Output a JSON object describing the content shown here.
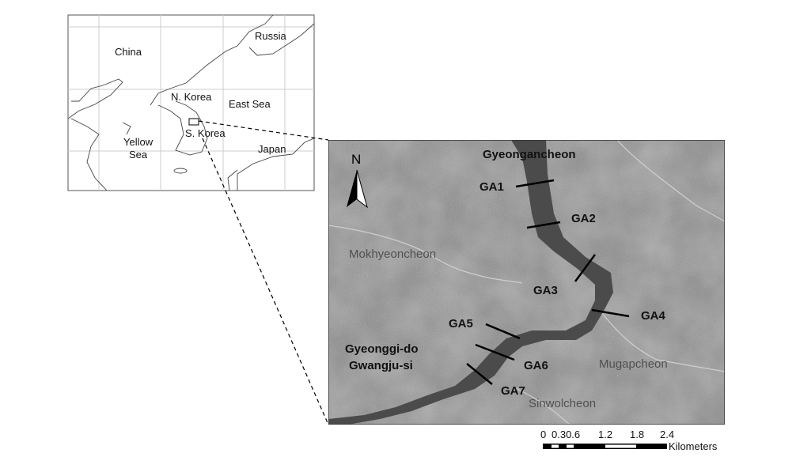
{
  "inset_map": {
    "labels": {
      "china": "China",
      "russia": "Russia",
      "n_korea": "N. Korea",
      "east_sea": "East Sea",
      "yellow_sea_1": "Yellow",
      "yellow_sea_2": "Sea",
      "s_korea": "S. Korea",
      "japan": "Japan"
    }
  },
  "main_map": {
    "north_label": "N",
    "stream_main": "Gyeongancheon",
    "sites": [
      "GA1",
      "GA2",
      "GA3",
      "GA4",
      "GA5",
      "GA6",
      "GA7"
    ],
    "tributaries": {
      "mokhyeoncheon": "Mokhyeoncheon",
      "mugapcheon": "Mugapcheon",
      "sinwolcheon": "Sinwolcheon"
    },
    "region_1": "Gyeonggi-do",
    "region_2": "Gwangju-si"
  },
  "scale_bar": {
    "ticks": [
      "0",
      "0.30.6",
      "1.2",
      "1.8",
      "2.4"
    ],
    "unit": "Kilometers",
    "segments_km": [
      0,
      0.15,
      0.3,
      0.45,
      0.6,
      1.2,
      1.8,
      2.4
    ]
  },
  "colors": {
    "terrain": "#8c8c8c",
    "river": "#4a4a4a",
    "label_dark": "#111111",
    "label_gray": "#555555"
  }
}
